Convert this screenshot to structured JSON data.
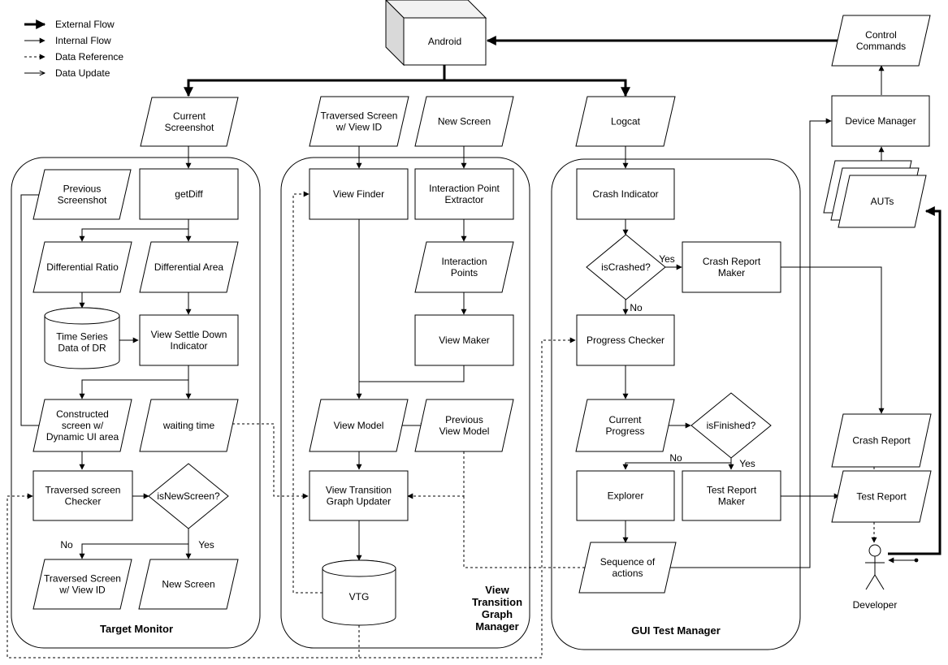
{
  "legend": {
    "external_flow": "External Flow",
    "internal_flow": "Internal Flow",
    "data_reference": "Data Reference",
    "data_update": "Data Update"
  },
  "groups": {
    "target_monitor": "Target Monitor",
    "vtg_manager": [
      "View",
      "Transition",
      "Graph",
      "Manager"
    ],
    "gui_test_manager": "GUI Test Manager"
  },
  "nodes": {
    "android": [
      "Android"
    ],
    "control_commands": [
      "Control",
      "Commands"
    ],
    "device_manager": [
      "Device Manager"
    ],
    "auts": [
      "AUTs"
    ],
    "current_screenshot": [
      "Current",
      "Screenshot"
    ],
    "traversed_screen_top": [
      "Traversed Screen",
      "w/ View ID"
    ],
    "new_screen_top": [
      "New Screen"
    ],
    "logcat": [
      "Logcat"
    ],
    "previous_screenshot": [
      "Previous",
      "Screenshot"
    ],
    "getdiff": [
      "getDiff"
    ],
    "differential_ratio": [
      "Differential Ratio"
    ],
    "differential_area": [
      "Differential Area"
    ],
    "time_series": [
      "Time Series",
      "Data of DR"
    ],
    "view_settle_down": [
      "View Settle Down",
      "Indicator"
    ],
    "constructed_screen": [
      "Constructed",
      "screen w/",
      "Dynamic UI area"
    ],
    "waiting_time": [
      "waiting time"
    ],
    "traversed_screen_checker": [
      "Traversed screen",
      "Checker"
    ],
    "is_new_screen": [
      "isNewScreen?"
    ],
    "traversed_screen_bottom": [
      "Traversed Screen",
      "w/ View ID"
    ],
    "new_screen_bottom": [
      "New Screen"
    ],
    "view_finder": [
      "View Finder"
    ],
    "interaction_point_extractor": [
      "Interaction Point",
      "Extractor"
    ],
    "interaction_points": [
      "Interaction",
      "Points"
    ],
    "view_maker": [
      "View Maker"
    ],
    "view_model": [
      "View Model"
    ],
    "previous_view_model": [
      "Previous",
      "View Model"
    ],
    "vtg_updater": [
      "View Transition",
      "Graph Updater"
    ],
    "vtg": [
      "VTG"
    ],
    "crash_indicator": [
      "Crash Indicator"
    ],
    "is_crashed": [
      "isCrashed?"
    ],
    "crash_report_maker": [
      "Crash Report",
      "Maker"
    ],
    "progress_checker": [
      "Progress Checker"
    ],
    "current_progress": [
      "Current",
      "Progress"
    ],
    "is_finished": [
      "isFinished?"
    ],
    "explorer": [
      "Explorer"
    ],
    "test_report_maker": [
      "Test Report",
      "Maker"
    ],
    "sequence_of_actions": [
      "Sequence of",
      "actions"
    ],
    "crash_report": [
      "Crash Report"
    ],
    "test_report": [
      "Test Report"
    ],
    "developer": [
      "Developer"
    ]
  },
  "edge_labels": {
    "yes_crashed": "Yes",
    "no_crashed": "No",
    "no_finished": "No",
    "yes_finished": "Yes",
    "no_new_screen": "No",
    "yes_new_screen": "Yes"
  }
}
